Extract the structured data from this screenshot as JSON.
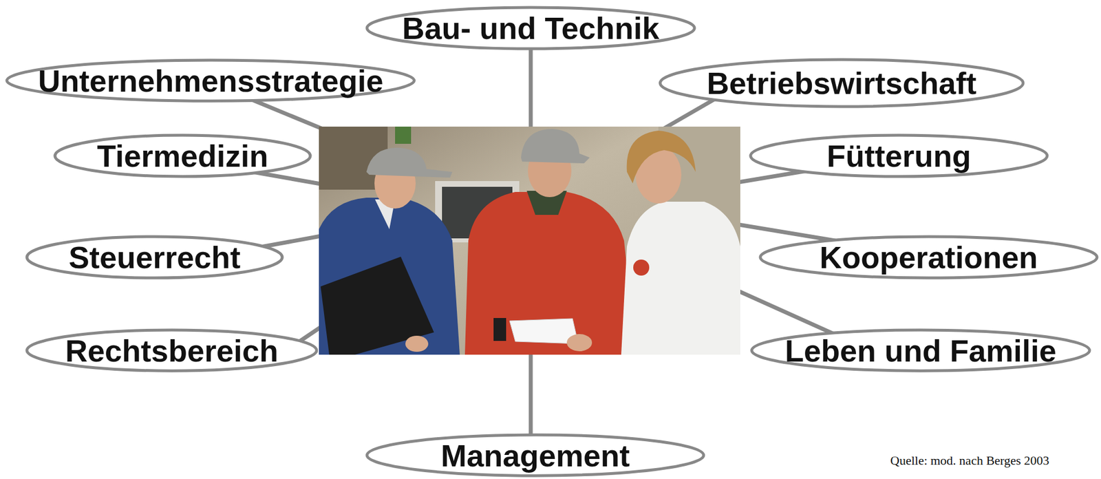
{
  "diagram": {
    "nodes": [
      {
        "text": [
          "Bau- und Technik"
        ]
      },
      {
        "text": [
          "Unternehmensstrategie"
        ]
      },
      {
        "text": [
          "Betriebswirtschaft"
        ]
      },
      {
        "text": [
          "Tiermedizin"
        ]
      },
      {
        "text": [
          "Fütterung"
        ]
      },
      {
        "text": [
          "Steuerrecht"
        ]
      },
      {
        "text": [
          "Kooperationen"
        ]
      },
      {
        "text": [
          "Rechtsbereich"
        ]
      },
      {
        "text": [
          "Leben und Familie"
        ]
      },
      {
        "text": [
          "Management"
        ]
      }
    ],
    "labels": [
      "Quelle: mod. nach Berges 2003"
    ]
  }
}
